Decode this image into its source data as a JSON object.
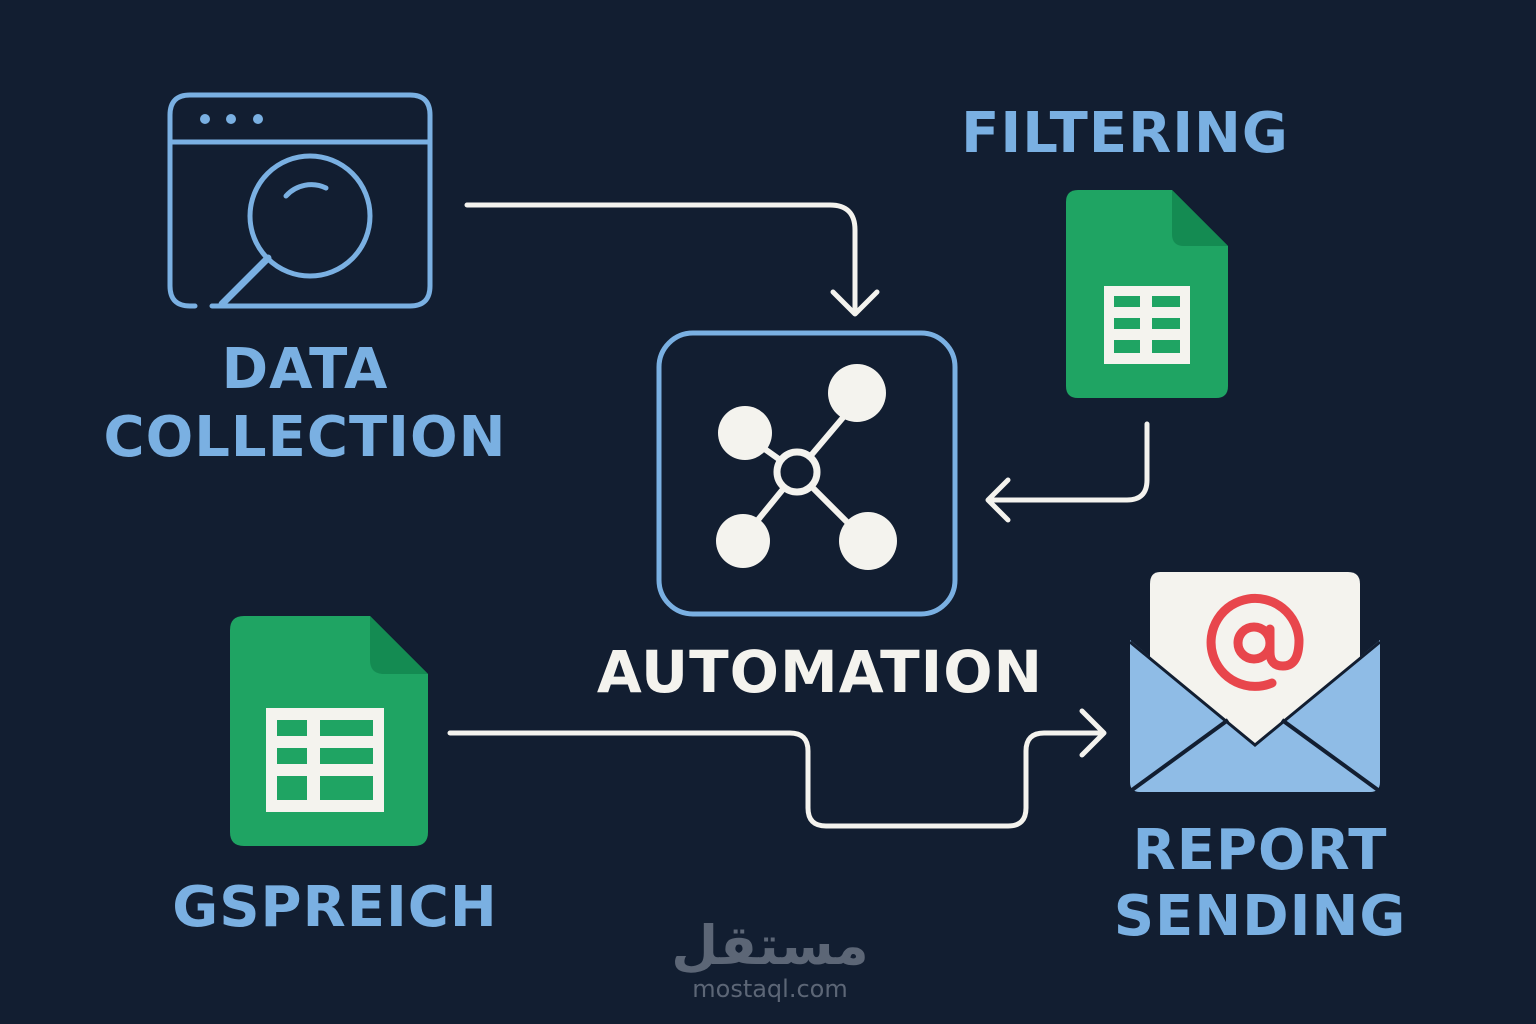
{
  "nodes": {
    "data_collection": {
      "line1": "DATA",
      "line2": "COLLECTION",
      "icon": "browser-search-icon"
    },
    "filtering": {
      "label": "FILTERING",
      "icon": "google-sheets-icon"
    },
    "automation": {
      "label": "AUTOMATION",
      "icon": "network-nodes-icon"
    },
    "gspreich": {
      "label": "GSPREICH",
      "icon": "google-sheets-icon"
    },
    "report_sending": {
      "line1": "REPORT",
      "line2": "SENDING",
      "icon": "email-envelope-icon"
    }
  },
  "watermark": {
    "arabic": "مستقل",
    "url": "mostaql.com"
  },
  "colors": {
    "background": "#121e31",
    "label_blue": "#7ab0e2",
    "outline_blue": "#7ab0e2",
    "sheets_green": "#1fa463",
    "arrow_white": "#f4f3ee",
    "at_red": "#e8464c",
    "envelope_blue": "#8fbce6"
  }
}
